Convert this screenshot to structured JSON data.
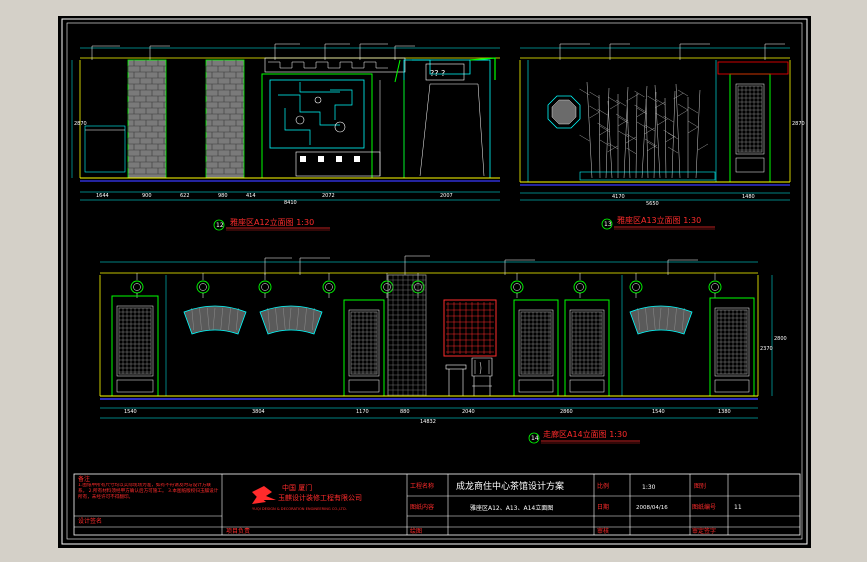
{
  "colors": {
    "background": "#000000",
    "frame": "#ffffff",
    "line_cyan": "#00ffff",
    "line_yellow": "#ffff00",
    "line_green": "#00ff00",
    "line_magenta": "#ff00ff",
    "text_red": "#ff2b2b",
    "dim_blue": "#3b3bff",
    "brick_grey": "#8c8c8c"
  },
  "drawings": {
    "top_left_title": "雅座区A12立面图 1:30",
    "top_left_num": "12",
    "top_right_title": "雅座区A13立面图 1:30",
    "top_right_num": "13",
    "bottom_title": "走廊区A14立面图 1:30",
    "bottom_num": "14"
  },
  "title_block": {
    "notes_label": "备注",
    "notes_body": "1.图纸中所有尺寸均以实际现场为准，如有不符请及时与设计方联系。 2.所有材料须经甲方确认后方可施工。 3.本图纸版权归玉麒设计所有，未经许可不得翻印。",
    "designer_label": "设计签名",
    "company_city": "中国    厦门",
    "company_name": "玉麒设计装修工程有限公司",
    "company_en": "YUQI DESIGN & DECORATION ENGINEERING CO.,LTD.",
    "project_manager_label": "项目负责",
    "project_name_label": "工程名称",
    "project_name": "成龙商住中心茶馆设计方案",
    "drawing_content_label": "图纸内容",
    "drawing_content": "雅座区A12、A13、A14立面图",
    "scale_label": "比例",
    "scale_value": "1:30",
    "date_label": "日期",
    "date_value": "2008/04/16",
    "review_label": "审核",
    "drawing_no_label": "图别",
    "sheet_no_label": "图纸编号",
    "sheet_no_value": "11",
    "approve_label": "审定签字",
    "draw_label": "绘图"
  }
}
